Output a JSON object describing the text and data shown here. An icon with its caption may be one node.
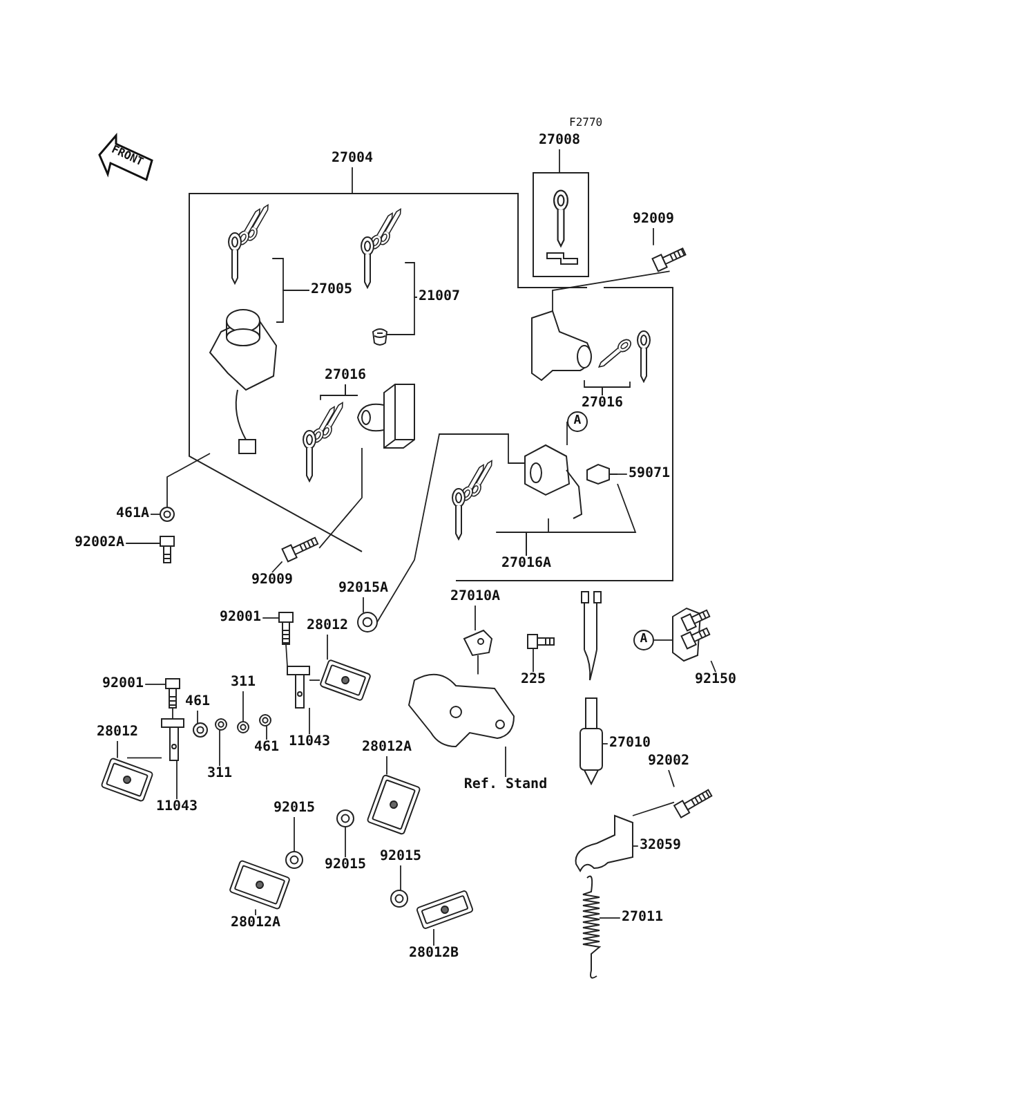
{
  "diagram": {
    "nodes": [
      {
        "text": [
          "27004"
        ]
      },
      {
        "text": [
          "27008"
        ]
      },
      {
        "text": [
          "92009"
        ]
      },
      {
        "text": [
          "27005"
        ]
      },
      {
        "text": [
          "21007"
        ]
      },
      {
        "text": [
          "27016"
        ]
      },
      {
        "text": [
          "27016"
        ]
      },
      {
        "text": [
          "A"
        ]
      },
      {
        "text": [
          "59071"
        ]
      },
      {
        "text": [
          "27016A"
        ]
      },
      {
        "text": [
          "461A"
        ]
      },
      {
        "text": [
          "92002A"
        ]
      },
      {
        "text": [
          "92009"
        ]
      },
      {
        "text": [
          "92015A"
        ]
      },
      {
        "text": [
          "27010A"
        ]
      },
      {
        "text": [
          "A"
        ]
      },
      {
        "text": [
          "92150"
        ]
      },
      {
        "text": [
          "92001"
        ]
      },
      {
        "text": [
          "28012"
        ]
      },
      {
        "text": [
          "225"
        ]
      },
      {
        "text": [
          "92001"
        ]
      },
      {
        "text": [
          "311"
        ]
      },
      {
        "text": [
          "461"
        ]
      },
      {
        "text": [
          "28012"
        ]
      },
      {
        "text": [
          "461"
        ]
      },
      {
        "text": [
          "11043"
        ]
      },
      {
        "text": [
          "311"
        ]
      },
      {
        "text": [
          "27010"
        ]
      },
      {
        "text": [
          "11043"
        ]
      },
      {
        "text": [
          "28012A"
        ]
      },
      {
        "text": [
          "Ref. Stand"
        ]
      },
      {
        "text": [
          "92002"
        ]
      },
      {
        "text": [
          "92015"
        ]
      },
      {
        "text": [
          "92015"
        ]
      },
      {
        "text": [
          "32059"
        ]
      },
      {
        "text": [
          "92015"
        ]
      },
      {
        "text": [
          "28012A"
        ]
      },
      {
        "text": [
          "28012B"
        ]
      },
      {
        "text": [
          "27011"
        ]
      },
      {
        "text": [],
        "shape": "picture"
      },
      {
        "text": [],
        "shape": "picture"
      },
      {
        "text": [],
        "shape": "picture"
      },
      {
        "text": [],
        "shape": "picture"
      },
      {
        "text": [],
        "shape": "picture"
      },
      {
        "text": [],
        "shape": "picture"
      },
      {
        "text": [],
        "shape": "picture"
      },
      {
        "text": [],
        "shape": "picture"
      },
      {
        "text": [],
        "shape": "picture"
      },
      {
        "text": [],
        "shape": "picture"
      },
      {
        "text": [],
        "shape": "picture"
      },
      {
        "text": [],
        "shape": "picture"
      },
      {
        "text": [],
        "shape": "picture"
      },
      {
        "text": [],
        "shape": "picture"
      },
      {
        "text": [],
        "shape": "picture"
      },
      {
        "text": [],
        "shape": "picture"
      },
      {
        "text": [],
        "shape": "picture"
      },
      {
        "text": [],
        "shape": "picture"
      },
      {
        "text": [],
        "shape": "picture"
      },
      {
        "text": [],
        "shape": "picture"
      },
      {
        "text": [],
        "shape": "picture"
      },
      {
        "text": [],
        "shape": "picture"
      },
      {
        "text": [],
        "shape": "picture"
      },
      {
        "text": [],
        "shape": "picture"
      },
      {
        "text": [],
        "shape": "picture"
      },
      {
        "text": [],
        "shape": "picture"
      },
      {
        "text": [],
        "shape": "picture"
      },
      {
        "text": [],
        "shape": "picture"
      },
      {
        "text": [],
        "shape": "picture"
      },
      {
        "text": [],
        "shape": "picture"
      },
      {
        "text": [],
        "shape": "picture"
      },
      {
        "text": [],
        "shape": "picture"
      },
      {
        "text": [],
        "shape": "picture"
      },
      {
        "text": [],
        "shape": "picture"
      },
      {
        "text": [],
        "shape": "picture"
      },
      {
        "text": [],
        "shape": "picture"
      },
      {
        "text": [],
        "shape": "picture"
      },
      {
        "text": [],
        "shape": "picture"
      },
      {
        "text": [],
        "shape": "picture"
      },
      {
        "text": [],
        "shape": "picture"
      },
      {
        "text": [],
        "shape": "picture"
      }
    ],
    "edges": [
      {
        "from": 0,
        "to": null,
        "arrow": "none"
      },
      {
        "from": 1,
        "to": 47,
        "arrow": "none"
      },
      {
        "from": 2,
        "to": 48,
        "arrow": "none"
      },
      {
        "from": 3,
        "to": 39,
        "arrow": "none"
      },
      {
        "from": 3,
        "to": 40,
        "arrow": "none"
      },
      {
        "from": 4,
        "to": 41,
        "arrow": "none"
      },
      {
        "from": 4,
        "to": 42,
        "arrow": "none"
      },
      {
        "from": 5,
        "to": 43,
        "arrow": "none"
      },
      {
        "from": 5,
        "to": 44,
        "arrow": "none"
      },
      {
        "from": 6,
        "to": 45,
        "arrow": "none"
      },
      {
        "from": 6,
        "to": 46,
        "arrow": "none"
      },
      {
        "from": 7,
        "to": 49,
        "arrow": "none"
      },
      {
        "from": 8,
        "to": 51,
        "arrow": "none"
      },
      {
        "from": 9,
        "to": 50,
        "arrow": "none"
      },
      {
        "from": 9,
        "to": 49,
        "arrow": "none"
      },
      {
        "from": 9,
        "to": 51,
        "arrow": "none"
      },
      {
        "from": 10,
        "to": 52,
        "arrow": "none"
      },
      {
        "from": 11,
        "to": 53,
        "arrow": "none"
      },
      {
        "from": 12,
        "to": 54,
        "arrow": "none"
      },
      {
        "from": 13,
        "to": 55,
        "arrow": "none"
      },
      {
        "from": 14,
        "to": 56,
        "arrow": "none"
      },
      {
        "from": 15,
        "to": 59,
        "arrow": "none"
      },
      {
        "from": 16,
        "to": 59,
        "arrow": "none"
      },
      {
        "from": 17,
        "to": 61,
        "arrow": "none"
      },
      {
        "from": 18,
        "to": 62,
        "arrow": "none"
      },
      {
        "from": 19,
        "to": 58,
        "arrow": "none"
      },
      {
        "from": 20,
        "to": 63,
        "arrow": "none"
      },
      {
        "from": 21,
        "to": 64,
        "arrow": "none"
      },
      {
        "from": 22,
        "to": 67,
        "arrow": "none"
      },
      {
        "from": 23,
        "to": 69,
        "arrow": "none"
      },
      {
        "from": 24,
        "to": 65,
        "arrow": "none"
      },
      {
        "from": 25,
        "to": 66,
        "arrow": "none"
      },
      {
        "from": 26,
        "to": 68,
        "arrow": "none"
      },
      {
        "from": 27,
        "to": 60,
        "arrow": "none"
      },
      {
        "from": 28,
        "to": 70,
        "arrow": "none"
      },
      {
        "from": 29,
        "to": 71,
        "arrow": "none"
      },
      {
        "from": 30,
        "to": 57,
        "arrow": "none"
      },
      {
        "from": 31,
        "to": 72,
        "arrow": "none"
      },
      {
        "from": 32,
        "to": 73,
        "arrow": "none"
      },
      {
        "from": 33,
        "to": 74,
        "arrow": "none"
      },
      {
        "from": 34,
        "to": 75,
        "arrow": "none"
      },
      {
        "from": 35,
        "to": 76,
        "arrow": "none"
      },
      {
        "from": 36,
        "to": 77,
        "arrow": "none"
      },
      {
        "from": 37,
        "to": 78,
        "arrow": "none"
      },
      {
        "from": 38,
        "to": 79,
        "arrow": "none"
      },
      {
        "from": 52,
        "to": 40,
        "arrow": "none"
      },
      {
        "from": 54,
        "to": 44,
        "arrow": "none"
      },
      {
        "from": 55,
        "to": 49,
        "arrow": "none"
      },
      {
        "from": 48,
        "to": 45,
        "arrow": "none"
      },
      {
        "from": 72,
        "to": 75,
        "arrow": "none"
      },
      {
        "from": 61,
        "to": 66,
        "arrow": "none"
      },
      {
        "from": 63,
        "to": 70,
        "arrow": "none"
      },
      {
        "from": 62,
        "to": 66,
        "arrow": "none"
      },
      {
        "from": 69,
        "to": 70,
        "arrow": "none"
      },
      {
        "from": 56,
        "to": 57,
        "arrow": "none"
      }
    ],
    "labels": [
      "FRONT",
      "F2770"
    ]
  }
}
